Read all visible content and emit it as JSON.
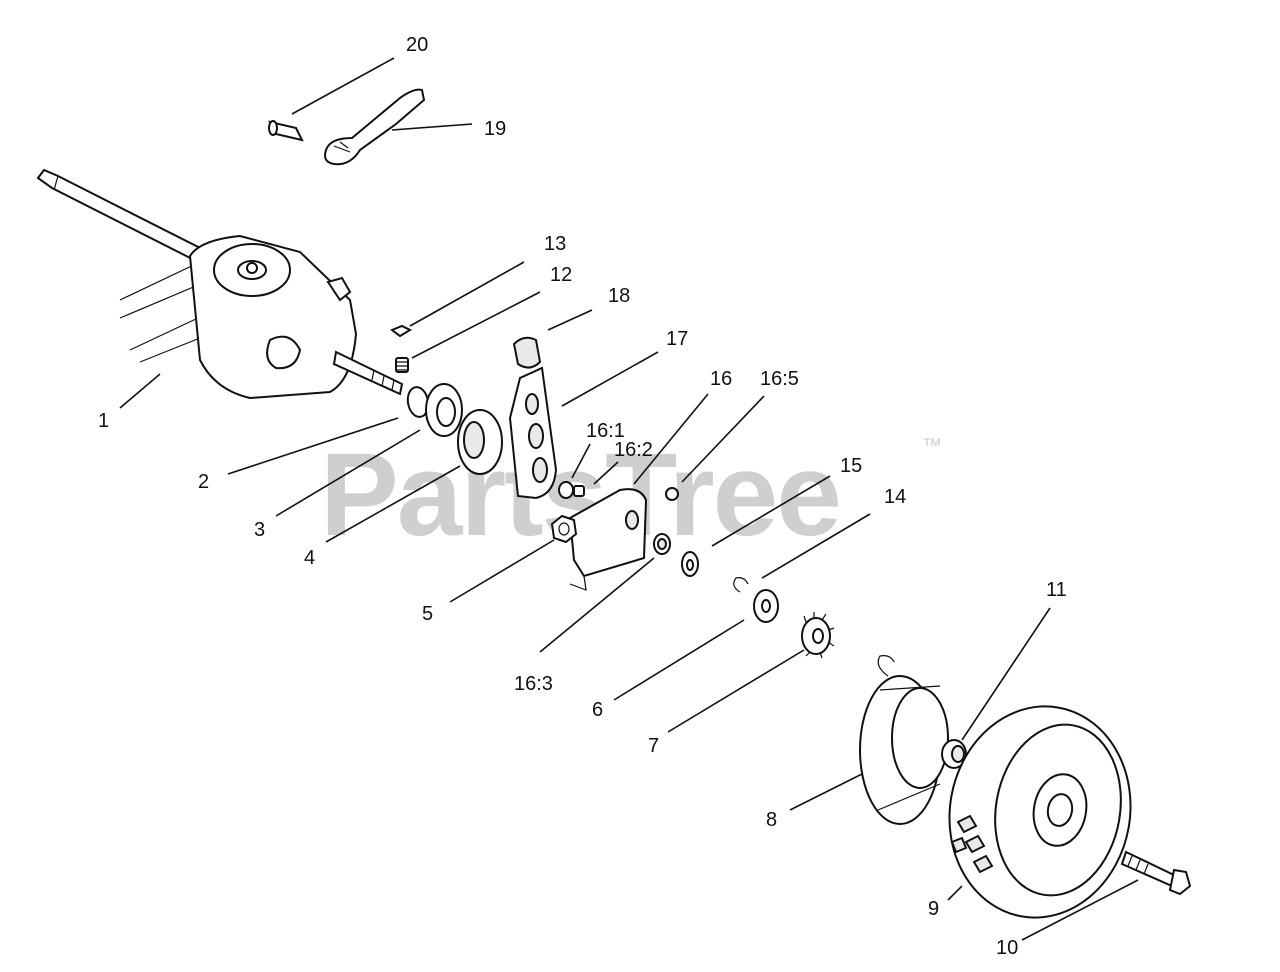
{
  "watermark": {
    "text": "PartsTree",
    "trademark": "™"
  },
  "callouts": [
    {
      "id": "20",
      "label": "20"
    },
    {
      "id": "19",
      "label": "19"
    },
    {
      "id": "13",
      "label": "13"
    },
    {
      "id": "12",
      "label": "12"
    },
    {
      "id": "18",
      "label": "18"
    },
    {
      "id": "17",
      "label": "17"
    },
    {
      "id": "16",
      "label": "16"
    },
    {
      "id": "16-5",
      "label": "16:5"
    },
    {
      "id": "16-1",
      "label": "16:1"
    },
    {
      "id": "16-2",
      "label": "16:2"
    },
    {
      "id": "15",
      "label": "15"
    },
    {
      "id": "14",
      "label": "14"
    },
    {
      "id": "1",
      "label": "1"
    },
    {
      "id": "2",
      "label": "2"
    },
    {
      "id": "3",
      "label": "3"
    },
    {
      "id": "4",
      "label": "4"
    },
    {
      "id": "5",
      "label": "5"
    },
    {
      "id": "16-3",
      "label": "16:3"
    },
    {
      "id": "6",
      "label": "6"
    },
    {
      "id": "7",
      "label": "7"
    },
    {
      "id": "8",
      "label": "8"
    },
    {
      "id": "9",
      "label": "9"
    },
    {
      "id": "10",
      "label": "10"
    },
    {
      "id": "11",
      "label": "11"
    }
  ]
}
